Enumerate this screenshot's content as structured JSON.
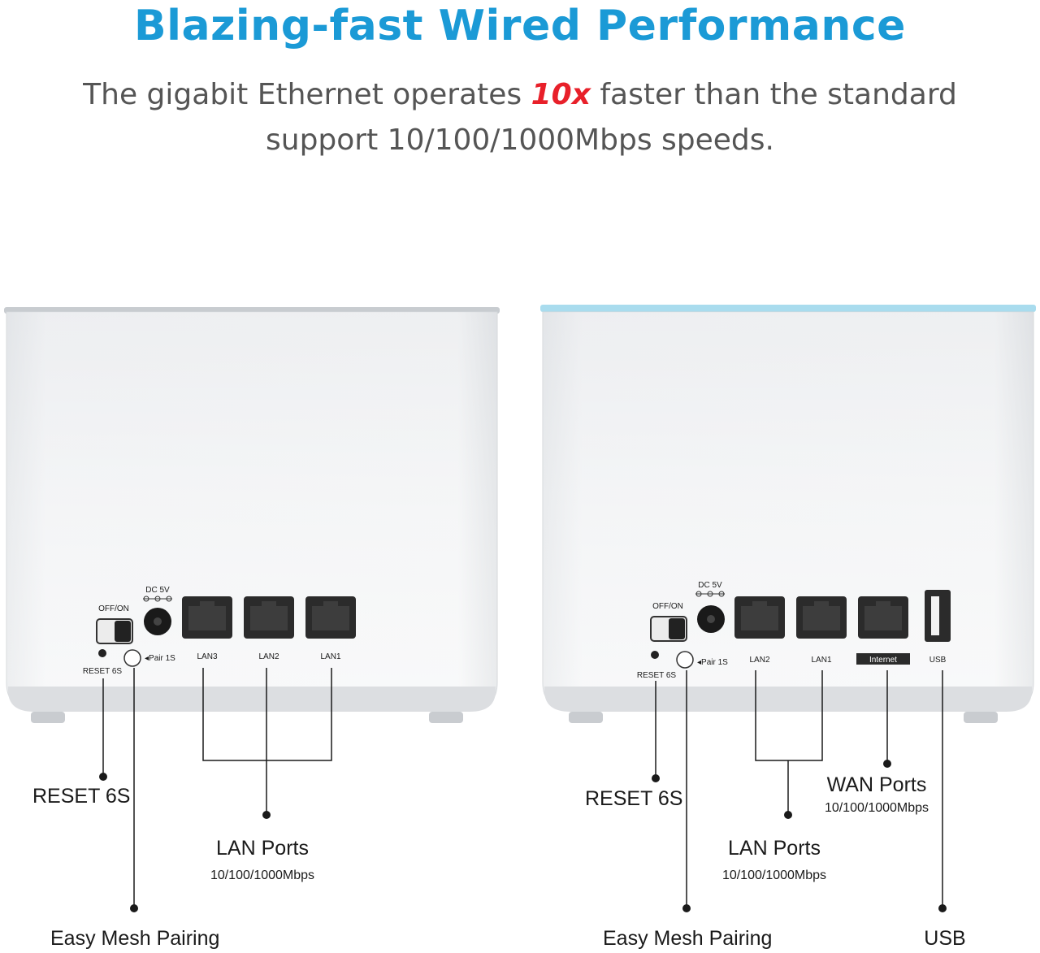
{
  "headline": "Blazing-fast Wired Performance",
  "subtitle": {
    "before": "The gigabit Ethernet operates ",
    "highlight": "10x",
    "after": " faster than the standard",
    "line2": "support 10/100/1000Mbps speeds."
  },
  "colors": {
    "headline": "#1b9ad6",
    "highlight": "#e8202a",
    "body": "#555555"
  },
  "left_unit": {
    "switch_label": "OFF/ON",
    "dc_label": "DC 5V",
    "reset_label": "RESET 6S",
    "pair_label": "◂Pair 1S",
    "ports": [
      "LAN3",
      "LAN2",
      "LAN1"
    ],
    "callouts": {
      "reset": "RESET 6S",
      "lan": "LAN Ports",
      "lan_speed": "10/100/1000Mbps",
      "mesh": "Easy Mesh Pairing"
    }
  },
  "right_unit": {
    "switch_label": "OFF/ON",
    "dc_label": "DC 5V",
    "reset_label": "RESET 6S",
    "pair_label": "◂Pair 1S",
    "ports": [
      "LAN2",
      "LAN1",
      "Internet",
      "USB"
    ],
    "callouts": {
      "reset": "RESET 6S",
      "wan": "WAN Ports",
      "wan_speed": "10/100/1000Mbps",
      "lan": "LAN Ports",
      "lan_speed": "10/100/1000Mbps",
      "mesh": "Easy Mesh Pairing",
      "usb": "USB"
    }
  }
}
